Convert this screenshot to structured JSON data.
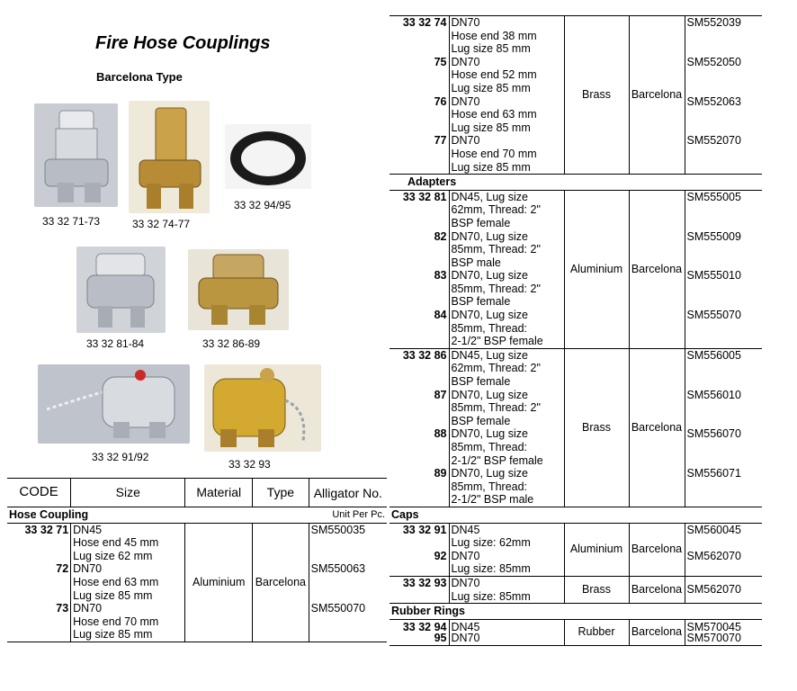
{
  "title": "Fire Hose Couplings",
  "subtitle": "Barcelona Type",
  "captions": [
    "33 32 71-73",
    "33 32 74-77",
    "33 32 94/95",
    "33 32 81-84",
    "33 32 86-89",
    "33 32 91/92",
    "33 32 93"
  ],
  "left_table": {
    "headers": {
      "code": "CODE",
      "size": "Size",
      "material": "Material",
      "type": "Type",
      "alligator": "Alligator No."
    },
    "section": "Hose Coupling",
    "unit": "Unit Per Pc.",
    "rows": [
      {
        "code": "33 32 71",
        "size": [
          "DN45",
          "Hose end 45 mm",
          "Lug size 62 mm"
        ],
        "alligator": "SM550035"
      },
      {
        "code": "72",
        "size": [
          "DN70",
          "Hose end 63 mm",
          "Lug size 85 mm"
        ],
        "alligator": "SM550063"
      },
      {
        "code": "73",
        "size": [
          "DN70",
          "Hose end 70 mm",
          "Lug size 85 mm"
        ],
        "alligator": "SM550070"
      }
    ],
    "material": "Aluminium",
    "type": "Barcelona"
  },
  "right_table": {
    "group1": {
      "rows": [
        {
          "code": "33 32 74",
          "size": [
            "DN70",
            "Hose end 38 mm",
            "Lug size 85 mm"
          ],
          "alligator": "SM552039"
        },
        {
          "code": "75",
          "size": [
            "DN70",
            "Hose end 52 mm",
            "Lug size 85 mm"
          ],
          "alligator": "SM552050"
        },
        {
          "code": "76",
          "size": [
            "DN70",
            "Hose end 63 mm",
            "Lug size 85 mm"
          ],
          "alligator": "SM552063"
        },
        {
          "code": "77",
          "size": [
            "DN70",
            "Hose end 70 mm",
            "Lug size 85 mm"
          ],
          "alligator": "SM552070"
        }
      ],
      "material": "Brass",
      "type": "Barcelona"
    },
    "adapters_label": "Adapters",
    "group2": {
      "rows": [
        {
          "code": "33 32 81",
          "size": [
            "DN45, Lug size",
            "62mm, Thread: 2\"",
            "BSP female"
          ],
          "alligator": "SM555005"
        },
        {
          "code": "82",
          "size": [
            "DN70, Lug size",
            "85mm, Thread: 2\"",
            "BSP male"
          ],
          "alligator": "SM555009"
        },
        {
          "code": "83",
          "size": [
            "DN70, Lug size",
            "85mm, Thread: 2\"",
            "BSP female"
          ],
          "alligator": "SM555010"
        },
        {
          "code": "84",
          "size": [
            "DN70, Lug size",
            "85mm, Thread:",
            "2-1/2\" BSP female"
          ],
          "alligator": "SM555070"
        }
      ],
      "material": "Aluminium",
      "type": "Barcelona"
    },
    "group3": {
      "rows": [
        {
          "code": "33 32 86",
          "size": [
            "DN45, Lug size",
            "62mm, Thread: 2\"",
            "BSP female"
          ],
          "alligator": "SM556005"
        },
        {
          "code": "87",
          "size": [
            "DN70, Lug size",
            "85mm, Thread: 2\"",
            "BSP female"
          ],
          "alligator": "SM556010"
        },
        {
          "code": "88",
          "size": [
            "DN70, Lug size",
            "85mm, Thread:",
            "2-1/2\" BSP female"
          ],
          "alligator": "SM556070"
        },
        {
          "code": "89",
          "size": [
            "DN70, Lug size",
            "85mm, Thread:",
            "2-1/2\" BSP male"
          ],
          "alligator": "SM556071"
        }
      ],
      "material": "Brass",
      "type": "Barcelona"
    },
    "caps_label": "Caps",
    "group4": {
      "rows": [
        {
          "code": "33 32 91",
          "size": [
            "DN45",
            "Lug size:  62mm"
          ],
          "alligator": "SM560045"
        },
        {
          "code": "92",
          "size": [
            "DN70",
            "Lug size:  85mm"
          ],
          "alligator": "SM562070"
        }
      ],
      "material": "Aluminium",
      "type": "Barcelona"
    },
    "group5": {
      "rows": [
        {
          "code": "33 32 93",
          "size": [
            "DN70",
            "Lug size:  85mm"
          ],
          "alligator": "SM562070"
        }
      ],
      "material": "Brass",
      "type": "Barcelona"
    },
    "rubber_label": "Rubber Rings",
    "group6": {
      "rows": [
        {
          "code": "33 32 94",
          "size": [
            "DN45"
          ],
          "alligator": "SM570045"
        },
        {
          "code": "95",
          "size": [
            "DN70"
          ],
          "alligator": "SM570070"
        }
      ],
      "material": "Rubber",
      "type": "Barcelona"
    }
  }
}
